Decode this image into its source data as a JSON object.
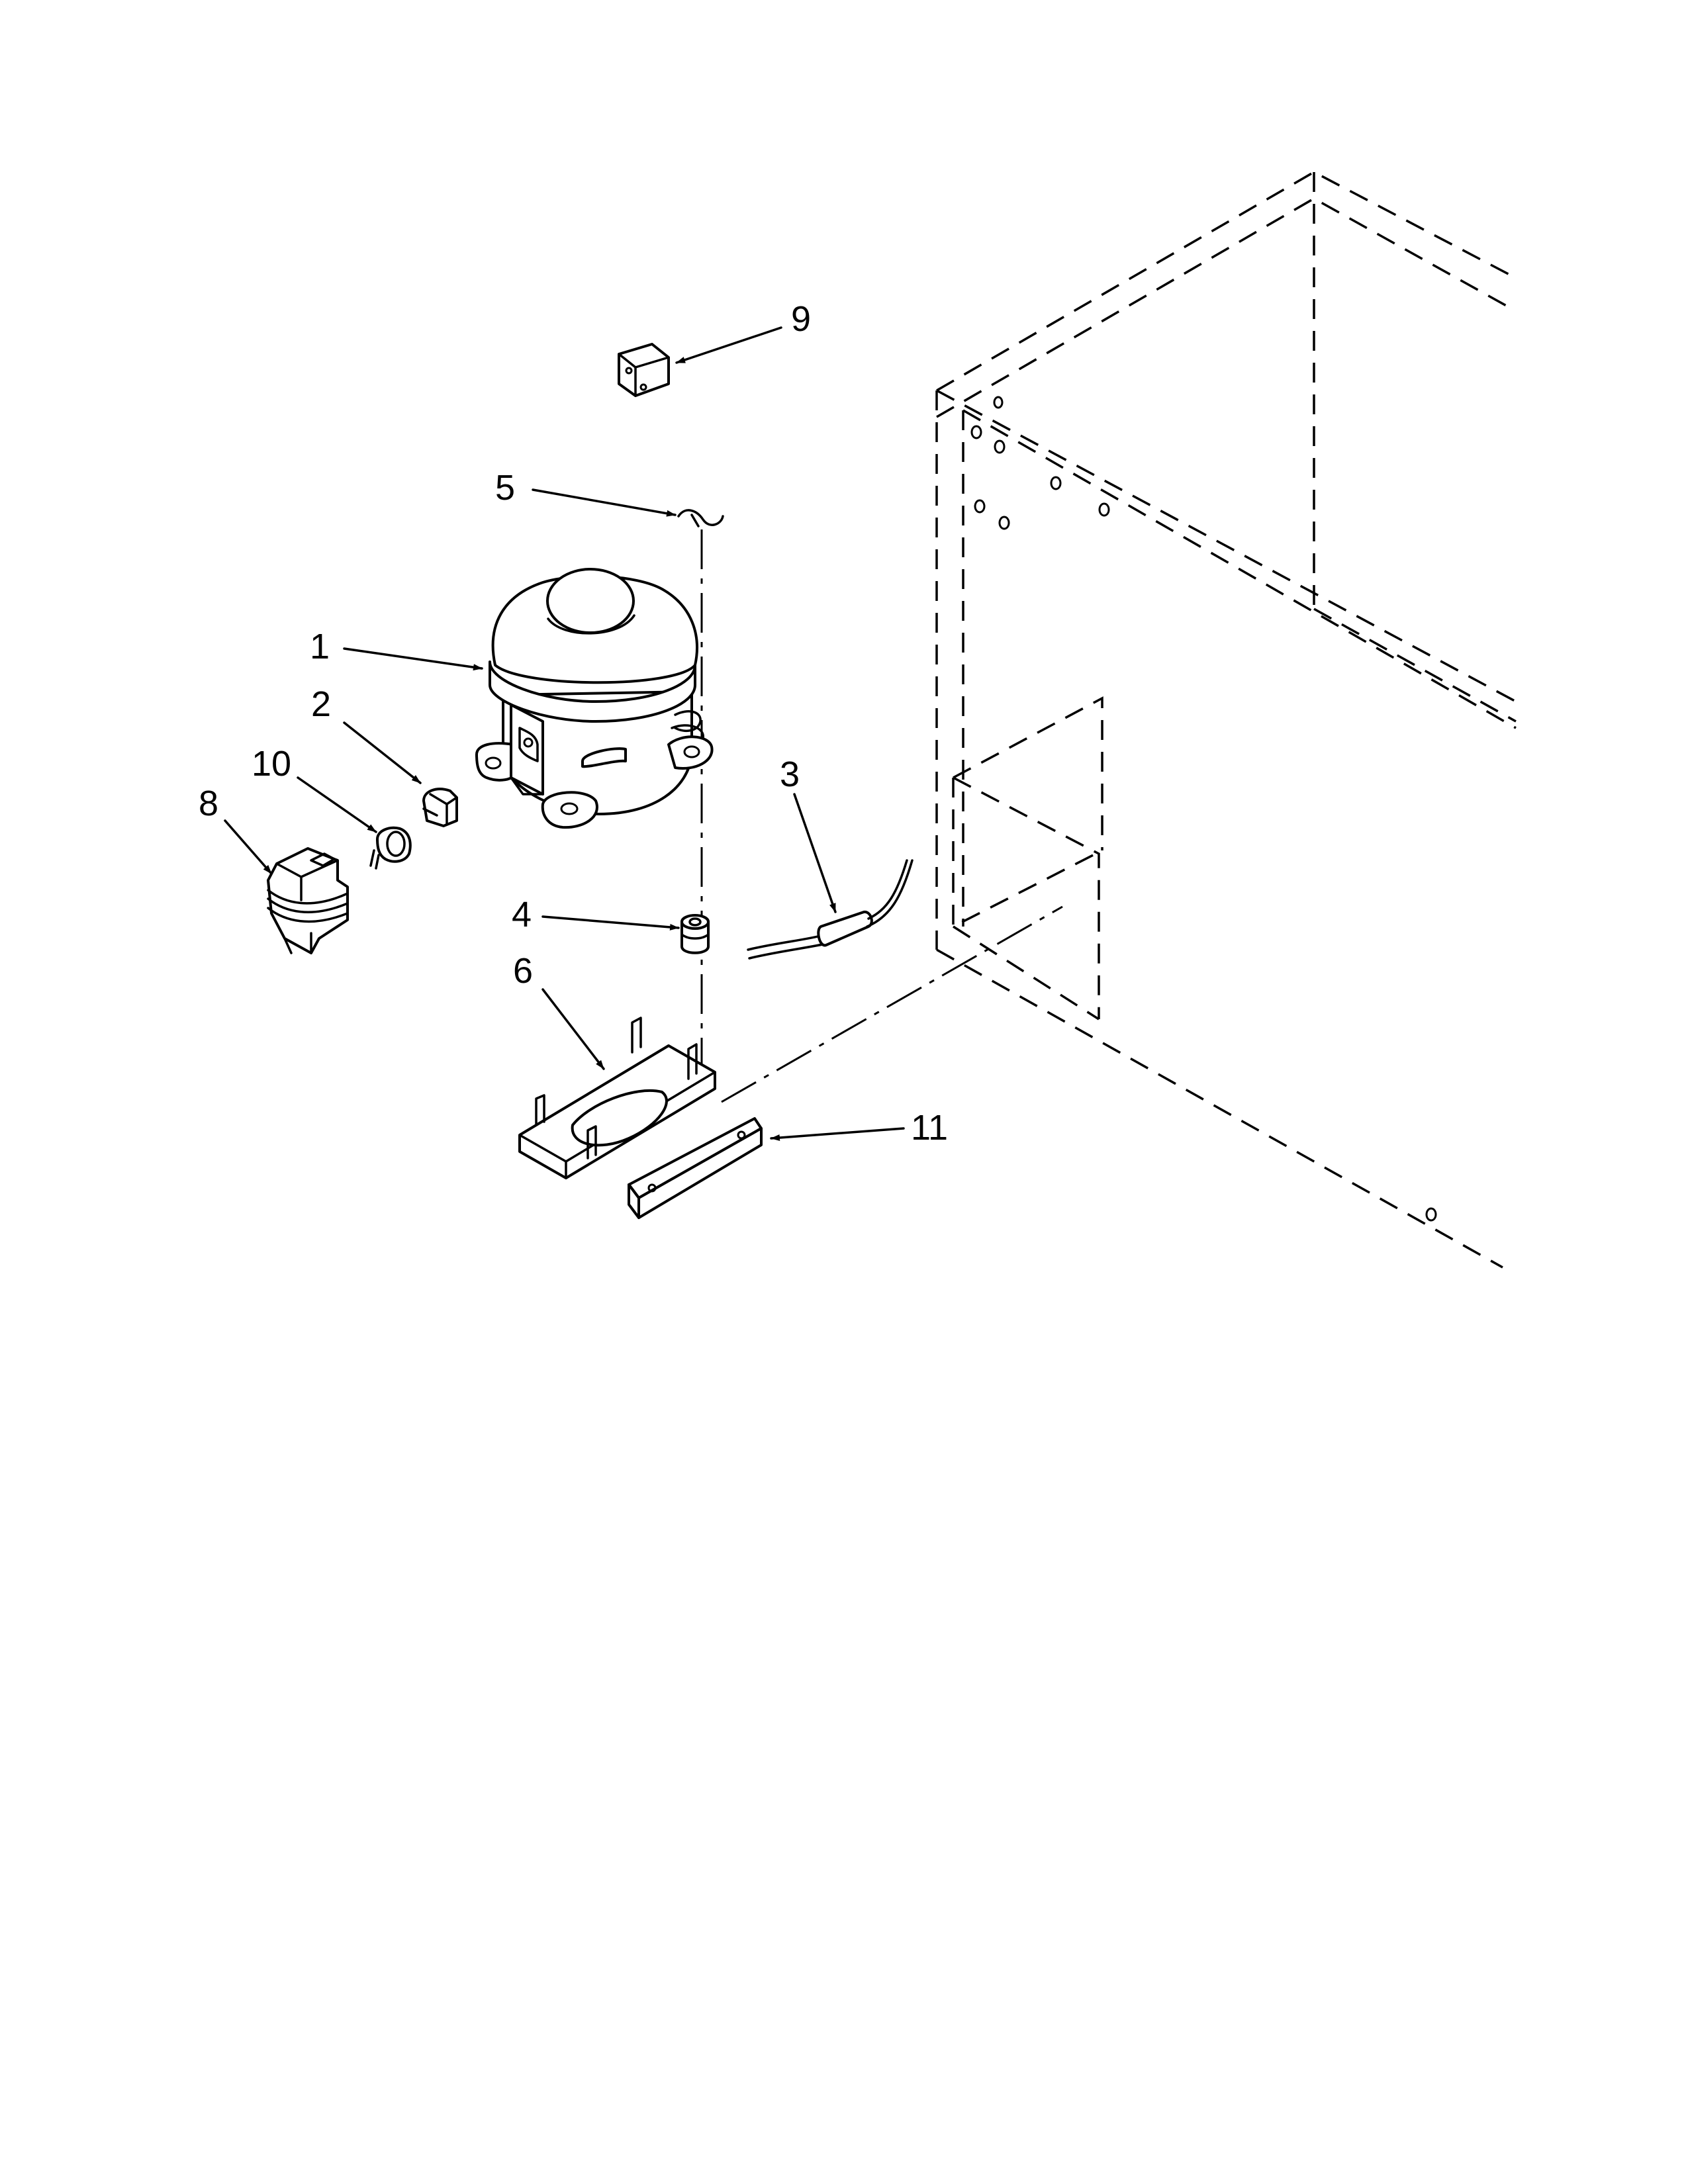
{
  "callouts": {
    "c1": "1",
    "c2": "2",
    "c3": "3",
    "c4": "4",
    "c5": "5",
    "c6": "6",
    "c8": "8",
    "c9": "9",
    "c10": "10",
    "c11": "11"
  }
}
